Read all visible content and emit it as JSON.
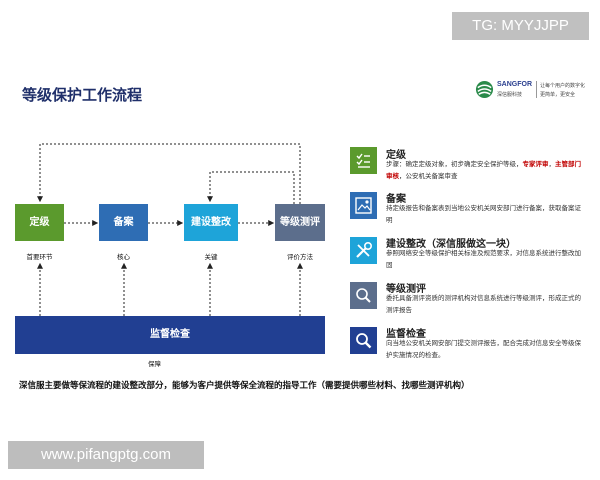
{
  "watermarks": {
    "top": "TG: MYYJJPP",
    "bottom": "www.pifangptg.com"
  },
  "title": "等级保护工作流程",
  "logo": {
    "brand": "SANGFOR",
    "brand_cn": "深信服科技",
    "slogan1": "让每个用户的数字化",
    "slogan2": "更简单，更安全"
  },
  "flow": {
    "steps": [
      {
        "label": "定级",
        "below": "首要环节",
        "color": "#5b9a2d"
      },
      {
        "label": "备案",
        "below": "核心",
        "color": "#2e6db4"
      },
      {
        "label": "建设整改",
        "below": "关键",
        "color": "#1ea4d9"
      },
      {
        "label": "等级测评",
        "below": "评价方法",
        "color": "#5c6e8c"
      }
    ],
    "bar_label": "监督检查",
    "bar_note": "保障"
  },
  "side_items": [
    {
      "icon": "checklist-icon",
      "color": "#5b9a2d",
      "title": "定级",
      "desc_parts": [
        {
          "text": "步骤：确定定级对象，初步确定安全保护等级，",
          "emph": false
        },
        {
          "text": "专家评审",
          "emph": true
        },
        {
          "text": "，",
          "emph": false
        },
        {
          "text": "主管部门审核",
          "emph": true
        },
        {
          "text": "，公安机关备案审查",
          "emph": false
        }
      ]
    },
    {
      "icon": "document-image-icon",
      "color": "#2e6db4",
      "title": "备案",
      "desc_parts": [
        {
          "text": "持定级报告和备案表到当地公安机关网安部门进行备案，获取备案证明",
          "emph": false
        }
      ]
    },
    {
      "icon": "tools-icon",
      "color": "#1ea4d9",
      "title": "建设整改（深信服做这一块）",
      "desc_parts": [
        {
          "text": "参照网络安全等级保护相关标准及规范要求，对信息系统进行整改加固",
          "emph": false
        }
      ]
    },
    {
      "icon": "magnifier-icon",
      "color": "#5c6e8c",
      "title": "等级测评",
      "desc_parts": [
        {
          "text": "委托具备测评资质的测评机构对信息系统进行等级测评，形成正式的测评报告",
          "emph": false
        }
      ]
    },
    {
      "icon": "search-icon",
      "color": "#213f92",
      "title": "监督检查",
      "desc_parts": [
        {
          "text": "向当地公安机关网安部门提交测评报告，配合完成对信息安全等级保护实施情况的检查。",
          "emph": false
        }
      ]
    }
  ],
  "summary": "深信服主要做等保流程的建设整改部分，能够为客户提供等保全流程的指导工作（需要提供哪些材料、找哪些测评机构）"
}
